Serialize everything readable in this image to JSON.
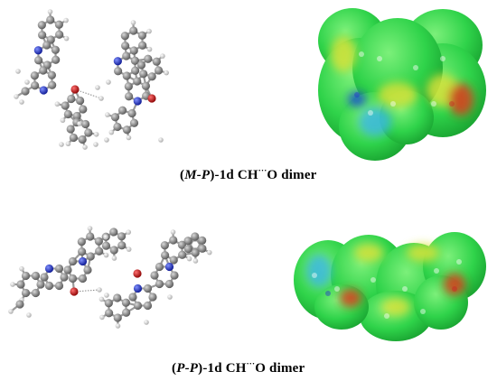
{
  "figure": {
    "top_panel": {
      "caption_open": "(",
      "caption_italic": "M-P",
      "caption_mid": ")-1d CH",
      "caption_dots": "···",
      "caption_end": "O dimer",
      "ball_stick_icon": "ball-and-stick-molecule",
      "surface_icon": "electrostatic-potential-surface"
    },
    "bottom_panel": {
      "caption_open": "(",
      "caption_italic": "P-P",
      "caption_mid": ")-1d CH",
      "caption_dots": "···",
      "caption_end": "O dimer",
      "ball_stick_icon": "ball-and-stick-molecule",
      "surface_icon": "electrostatic-potential-surface"
    },
    "colors": {
      "carbon": "#8a8a8a",
      "hydrogen": "#e6e6e6",
      "nitrogen": "#1c2fd6",
      "oxygen": "#d11010",
      "surface_green": "#2fd34a",
      "surface_yellow": "#d8e23a",
      "surface_red": "#e03a1a",
      "surface_blue": "#3ab8e0"
    }
  }
}
